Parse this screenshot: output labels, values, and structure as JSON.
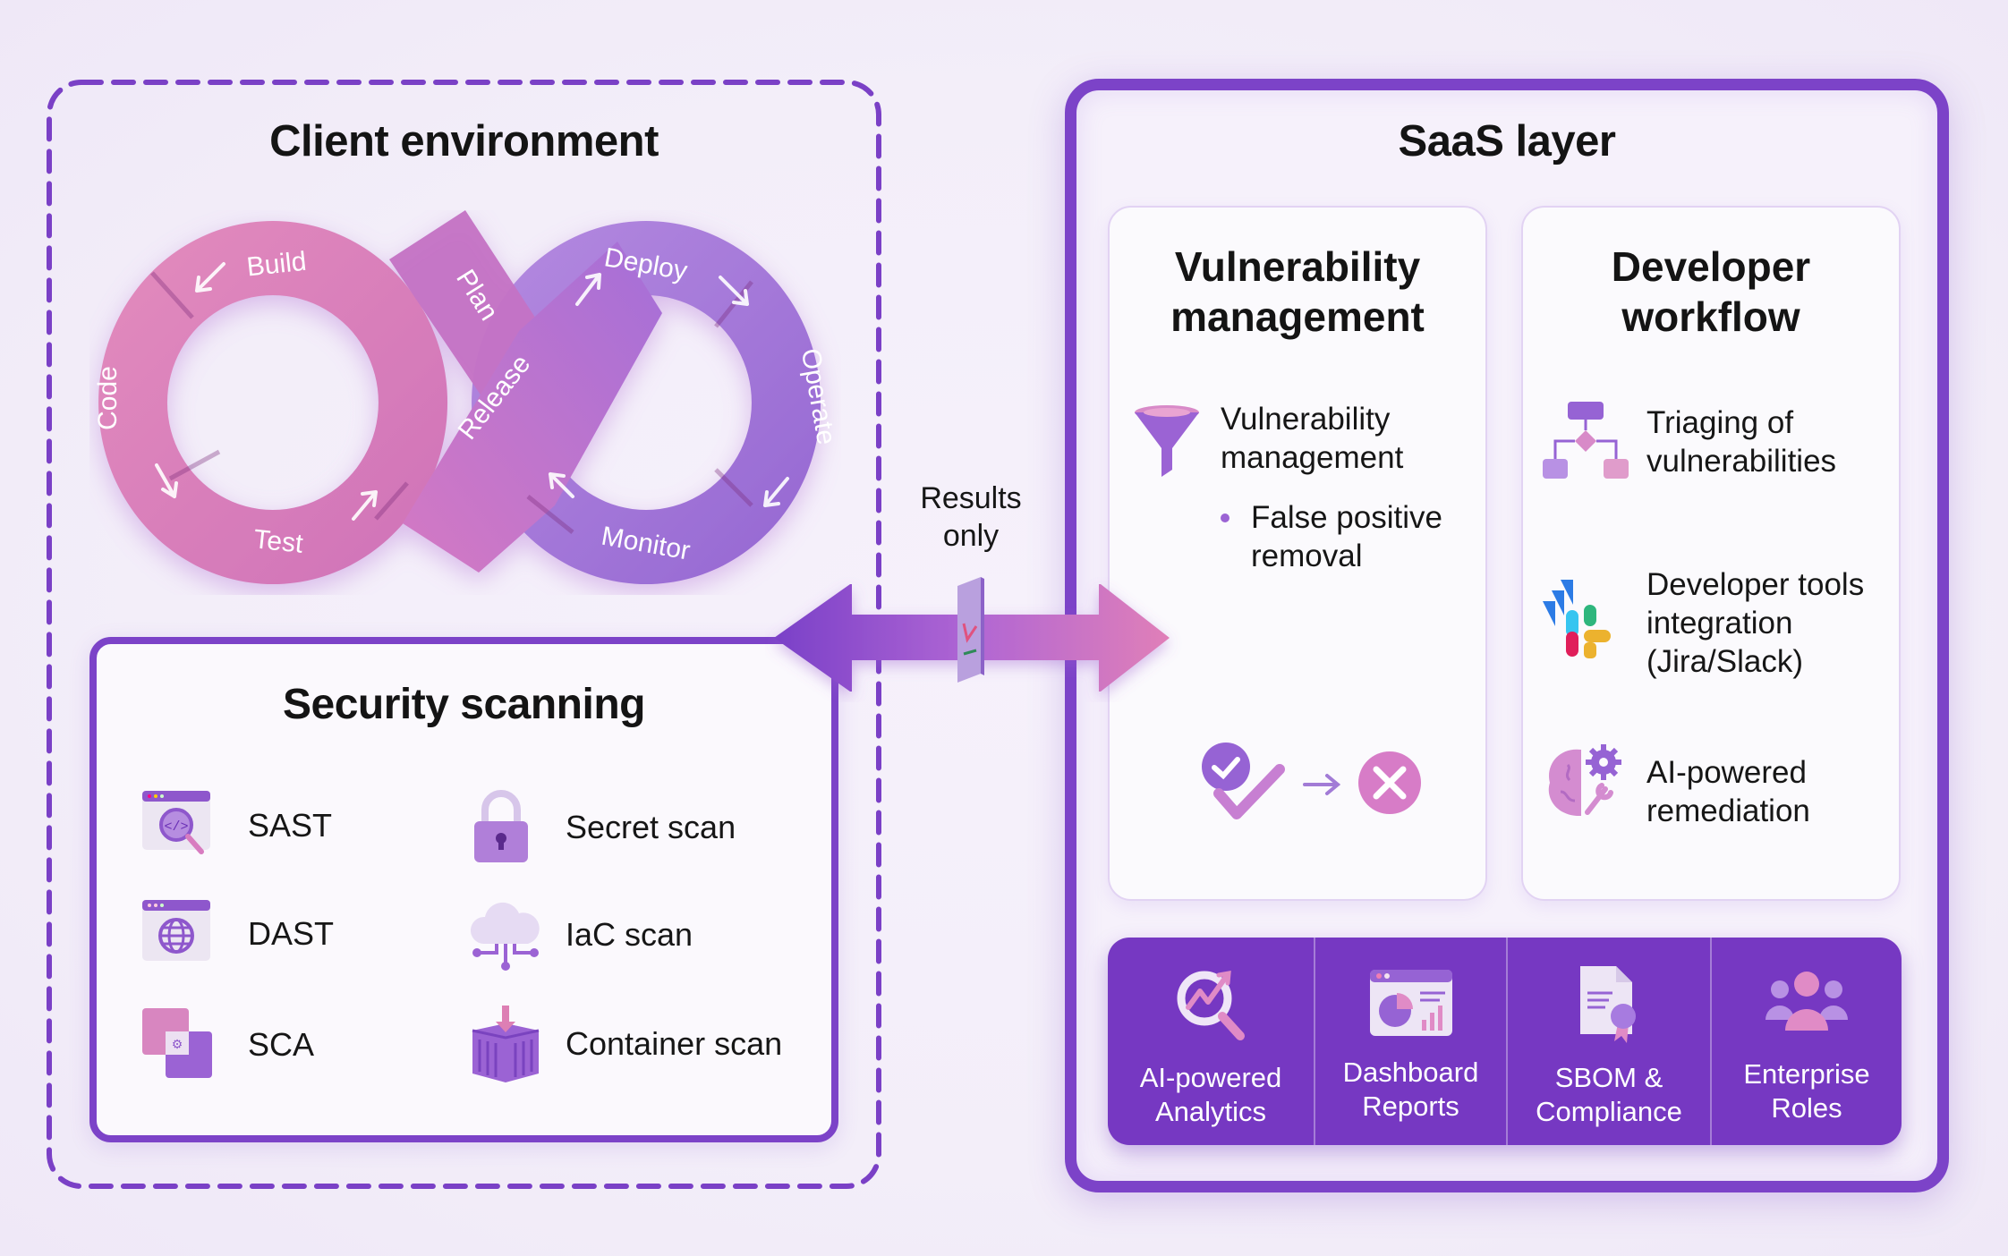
{
  "client_environment": {
    "title": "Client environment",
    "devops_loop": {
      "stages": [
        "Plan",
        "Build",
        "Code",
        "Test",
        "Release",
        "Deploy",
        "Operate",
        "Monitor"
      ],
      "colors": {
        "left_loop": "#dd7fb4",
        "right_loop": "#a57ad6"
      }
    },
    "security_scanning": {
      "title": "Security scanning",
      "items": [
        {
          "label": "SAST",
          "icon": "code-search-icon"
        },
        {
          "label": "Secret scan",
          "icon": "padlock-icon"
        },
        {
          "label": "DAST",
          "icon": "globe-window-icon"
        },
        {
          "label": "IaC scan",
          "icon": "cloud-network-icon"
        },
        {
          "label": "SCA",
          "icon": "dependency-squares-icon"
        },
        {
          "label": "Container scan",
          "icon": "container-icon"
        }
      ]
    }
  },
  "connector": {
    "label_line1": "Results",
    "label_line2": "only",
    "icon": "gateway-filter-icon"
  },
  "saas_layer": {
    "title": "SaaS layer",
    "vulnerability_management": {
      "title_line1": "Vulnerability",
      "title_line2": "management",
      "feature_line1": "Vulnerability",
      "feature_line2": "management",
      "bullet_line1": "False positive",
      "bullet_line2": "removal",
      "flow_icons": [
        "check-icon",
        "arrow-right-icon",
        "x-circle-icon"
      ]
    },
    "developer_workflow": {
      "title_line1": "Developer",
      "title_line2": "workflow",
      "items": [
        {
          "lines": [
            "Triaging of",
            "vulnerabilities"
          ],
          "icon": "flowchart-icon"
        },
        {
          "lines": [
            "Developer tools",
            "integration",
            "(Jira/Slack)"
          ],
          "icon": "jira-slack-icon"
        },
        {
          "lines": [
            "AI-powered",
            "remediation"
          ],
          "icon": "brain-gear-icon"
        }
      ]
    },
    "capabilities": [
      {
        "lines": [
          "AI-powered",
          "Analytics"
        ],
        "icon": "analytics-search-icon"
      },
      {
        "lines": [
          "Dashboard",
          "Reports"
        ],
        "icon": "dashboard-icon"
      },
      {
        "lines": [
          "SBOM &",
          "Compliance"
        ],
        "icon": "certificate-doc-icon"
      },
      {
        "lines": [
          "Enterprise",
          "Roles"
        ],
        "icon": "team-icon"
      }
    ]
  },
  "colors": {
    "accent": "#7c43c8",
    "bar": "#7638c2",
    "pink": "#dd7fb4",
    "background": "#f4effa"
  }
}
